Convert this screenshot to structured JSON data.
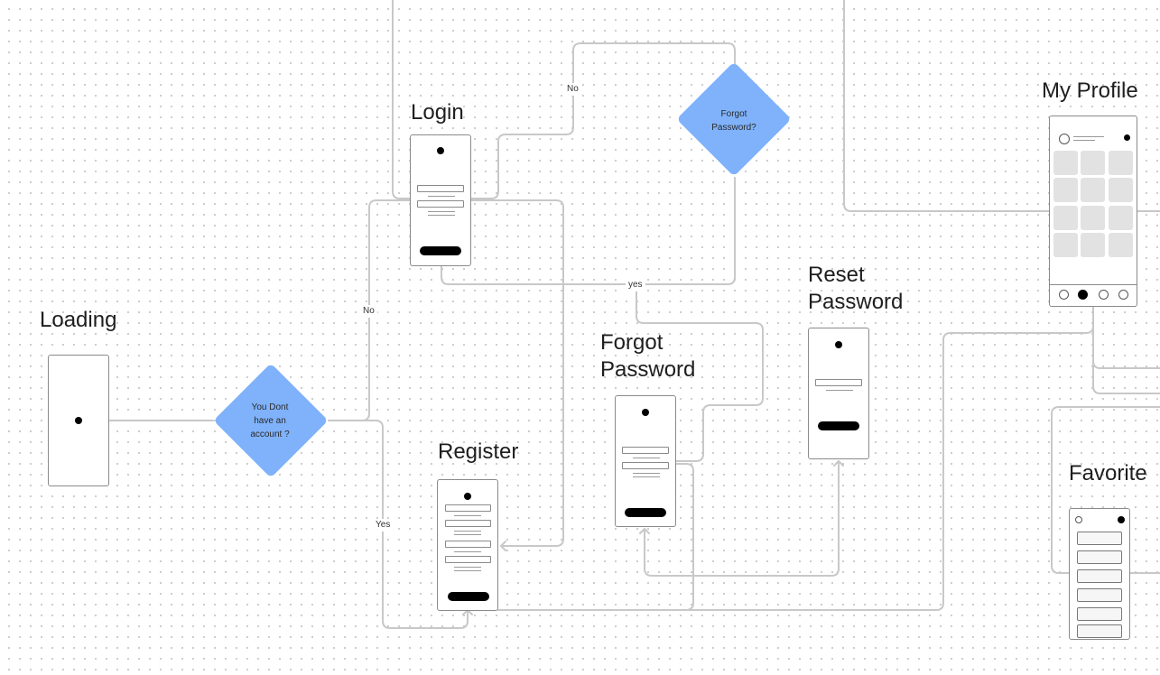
{
  "screens": {
    "loading": "Loading",
    "login": "Login",
    "register": "Register",
    "forgot_password_line1": "Forgot",
    "forgot_password_line2": "Password",
    "reset_password_line1": "Reset",
    "reset_password_line2": "Password",
    "my_profile": "My Profile",
    "favorite": "Favorite "
  },
  "decisions": {
    "no_account_line1": "You Dont",
    "no_account_line2": "have an",
    "no_account_line3": "account ?",
    "forgot_line1": "Forgot",
    "forgot_line2": "Password?"
  },
  "edge_labels": {
    "no_to_login": "No",
    "yes_to_register": "Yes",
    "no_to_forgot_decision": "No",
    "yes_to_forgot": "yes"
  },
  "colors": {
    "decision_fill": "#7fb2fb",
    "connector": "#c8c8c8",
    "frame_border": "#8a8a8a"
  }
}
